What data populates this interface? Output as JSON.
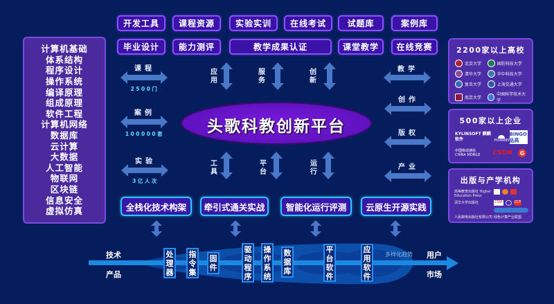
{
  "top_buttons_row1": [
    "开发工具",
    "课程资源",
    "实验实训",
    "在线考试",
    "试题库",
    "案例库"
  ],
  "top_buttons_row2": [
    "毕业设计",
    "能力测评",
    "教学成果认证",
    "课堂教学",
    "在线竞赛"
  ],
  "left_subjects": [
    "计算机基础",
    "体系结构",
    "程序设计",
    "操作系统",
    "编译原理",
    "组成原理",
    "软件工程",
    "计算机网络",
    "数据库",
    "云计算",
    "大数据",
    "人工智能",
    "物联网",
    "区块链",
    "信息安全",
    "虚拟仿真"
  ],
  "center_title": "头歌科教创新平台",
  "left_arrows": [
    {
      "label": "课程",
      "sub": "2500门"
    },
    {
      "label": "案例",
      "sub": "100000套"
    },
    {
      "label": "实验",
      "sub": "3亿人次"
    }
  ],
  "right_arrows": [
    "教学",
    "创作",
    "版权",
    "产业"
  ],
  "top_vertical_arrows": [
    "应用",
    "服务",
    "创新"
  ],
  "bottom_vertical_arrows": [
    "工具",
    "平台",
    "运行"
  ],
  "feature_buttons": [
    "全栈化技术构架",
    "牵引式通关实战",
    "智能化运行评测",
    "云原生开源实践"
  ],
  "right_panels": {
    "universities": {
      "title": "2200家以上高校",
      "logos": [
        "北京大学",
        "国防科技大学",
        "清华大学",
        "华中科技大学",
        "复旦大学",
        "上海交通大学",
        "南京大学",
        "中国科学技术大学"
      ]
    },
    "enterprises": {
      "title": "500家以上企业",
      "logos": [
        "KYLINSOFT 麒麟软件",
        "HUAWEI",
        "BINGO 品高",
        "中国移动通信 CHINA MOBILE",
        "CSDN",
        "G"
      ]
    },
    "publishers": {
      "title": "出版与产学机构",
      "logos": [
        "高等教育出版社 Higher Education Press",
        "清华大学出版社",
        "人民邮电出版社有限公司",
        "绿色计算产业联盟",
        "CSIA",
        "CCF"
      ]
    }
  },
  "bottom_flow": {
    "left_top": "技术",
    "left_bottom": "产品",
    "right_top": "用户",
    "right_bottom": "市场",
    "trend_label": "多样化趋势",
    "stages": [
      "处理器",
      "指令集",
      "固件",
      "驱动程序",
      "操作系统",
      "数据库",
      "平台软件",
      "应用软件"
    ]
  },
  "colors": {
    "background": "#051d5c",
    "button_fill": "#3a12a8",
    "button_border": "#8a4dff",
    "arrow": "#4a78c8",
    "ellipse": "#6a14d0",
    "feature_border": "#2fc8ff",
    "cyan_text": "#5fe0ff"
  }
}
